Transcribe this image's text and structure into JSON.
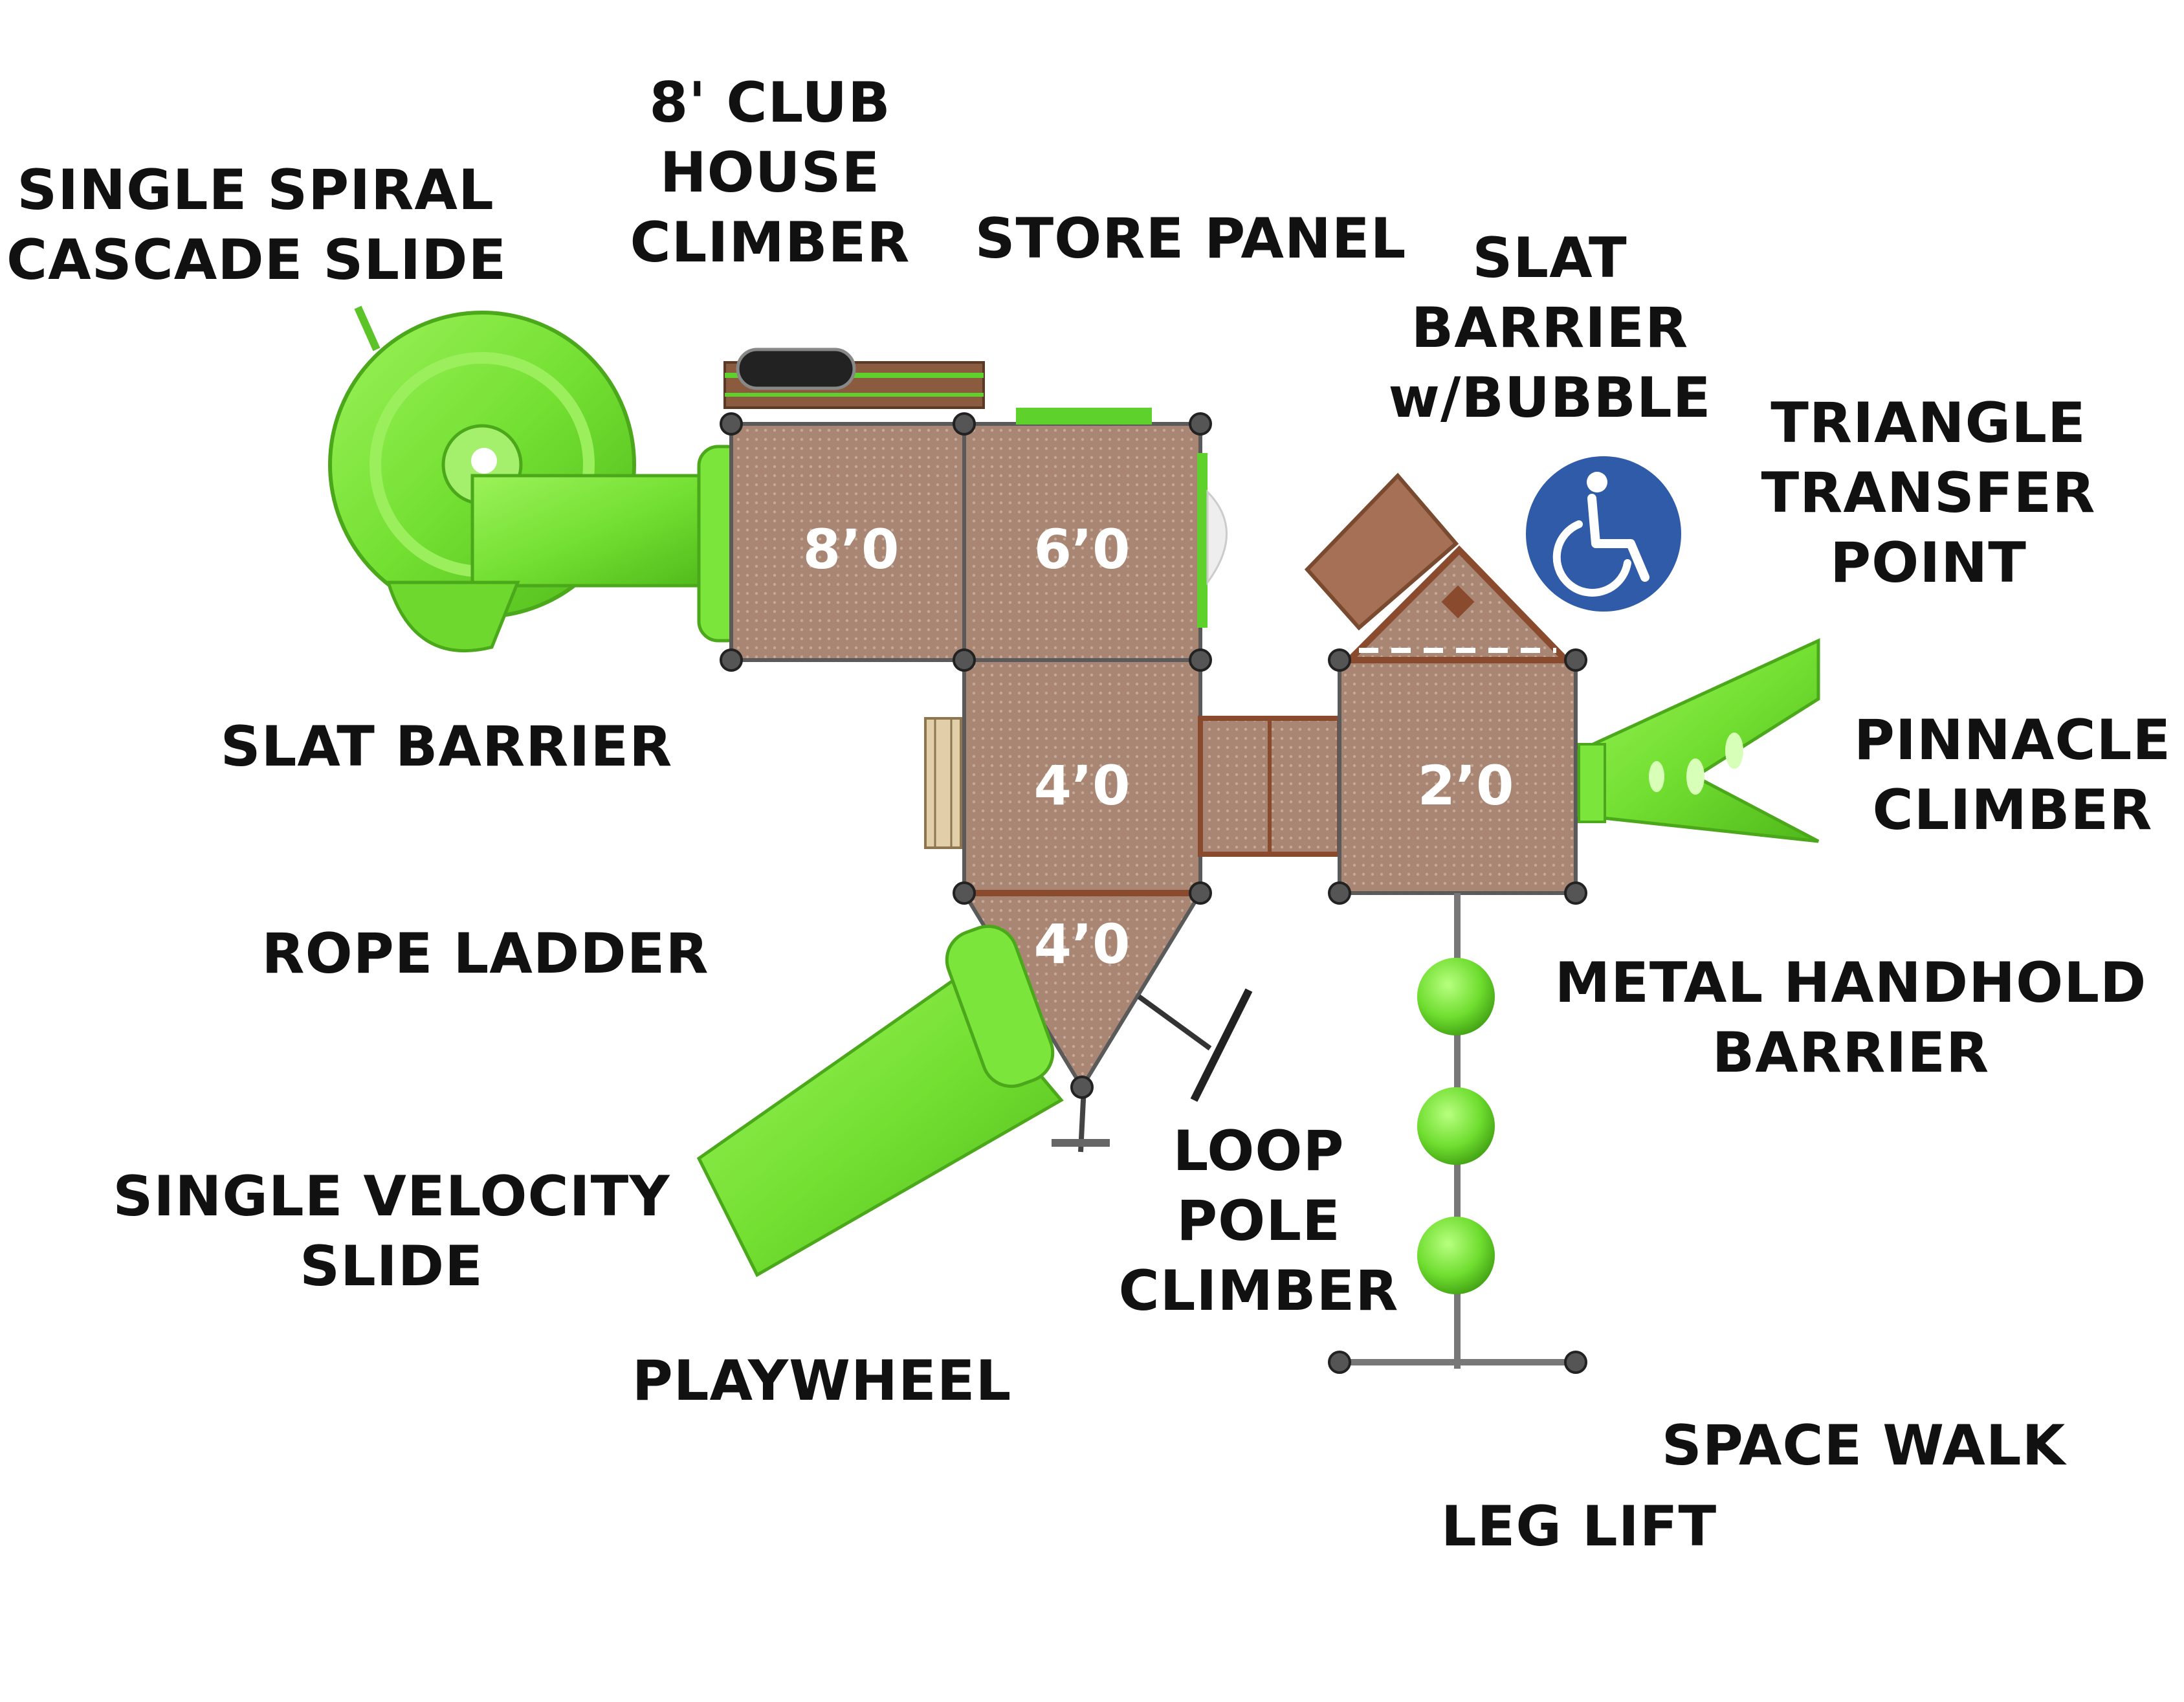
{
  "labels": {
    "spiral_slide": [
      "SINGLE SPIRAL",
      "CASCADE SLIDE"
    ],
    "club_house": [
      "8' CLUB",
      "HOUSE",
      "CLIMBER"
    ],
    "store_panel": [
      "STORE PANEL"
    ],
    "slat_bubble": [
      "SLAT",
      "BARRIER",
      "w/BUBBLE"
    ],
    "triangle_transfer": [
      "TRIANGLE",
      "TRANSFER",
      "POINT"
    ],
    "slat_barrier": [
      "SLAT BARRIER"
    ],
    "pinnacle": [
      "PINNACLE",
      "CLIMBER"
    ],
    "rope_ladder": [
      "ROPE LADDER"
    ],
    "metal_handhold": [
      "METAL HANDHOLD",
      "BARRIER"
    ],
    "velocity_slide": [
      "SINGLE VELOCITY",
      "SLIDE"
    ],
    "loop_pole": [
      "LOOP",
      "POLE",
      "CLIMBER"
    ],
    "playwheel": [
      "PLAYWHEEL"
    ],
    "space_walk": [
      "SPACE WALK"
    ],
    "leg_lift": [
      "LEG LIFT"
    ]
  },
  "decks": {
    "deck_8": "8’0",
    "deck_6": "6’0",
    "deck_4a": "4’0",
    "deck_2": "2’0",
    "deck_4b": "4’0"
  },
  "icons": {
    "accessibility": "wheelchair-icon"
  },
  "colors": {
    "slide_green": "#7dea3f",
    "deck_brown": "#a98673",
    "trim_brown": "#8a4a2e",
    "accessibility_blue": "#2f5ba8",
    "label_text": "#111111"
  }
}
